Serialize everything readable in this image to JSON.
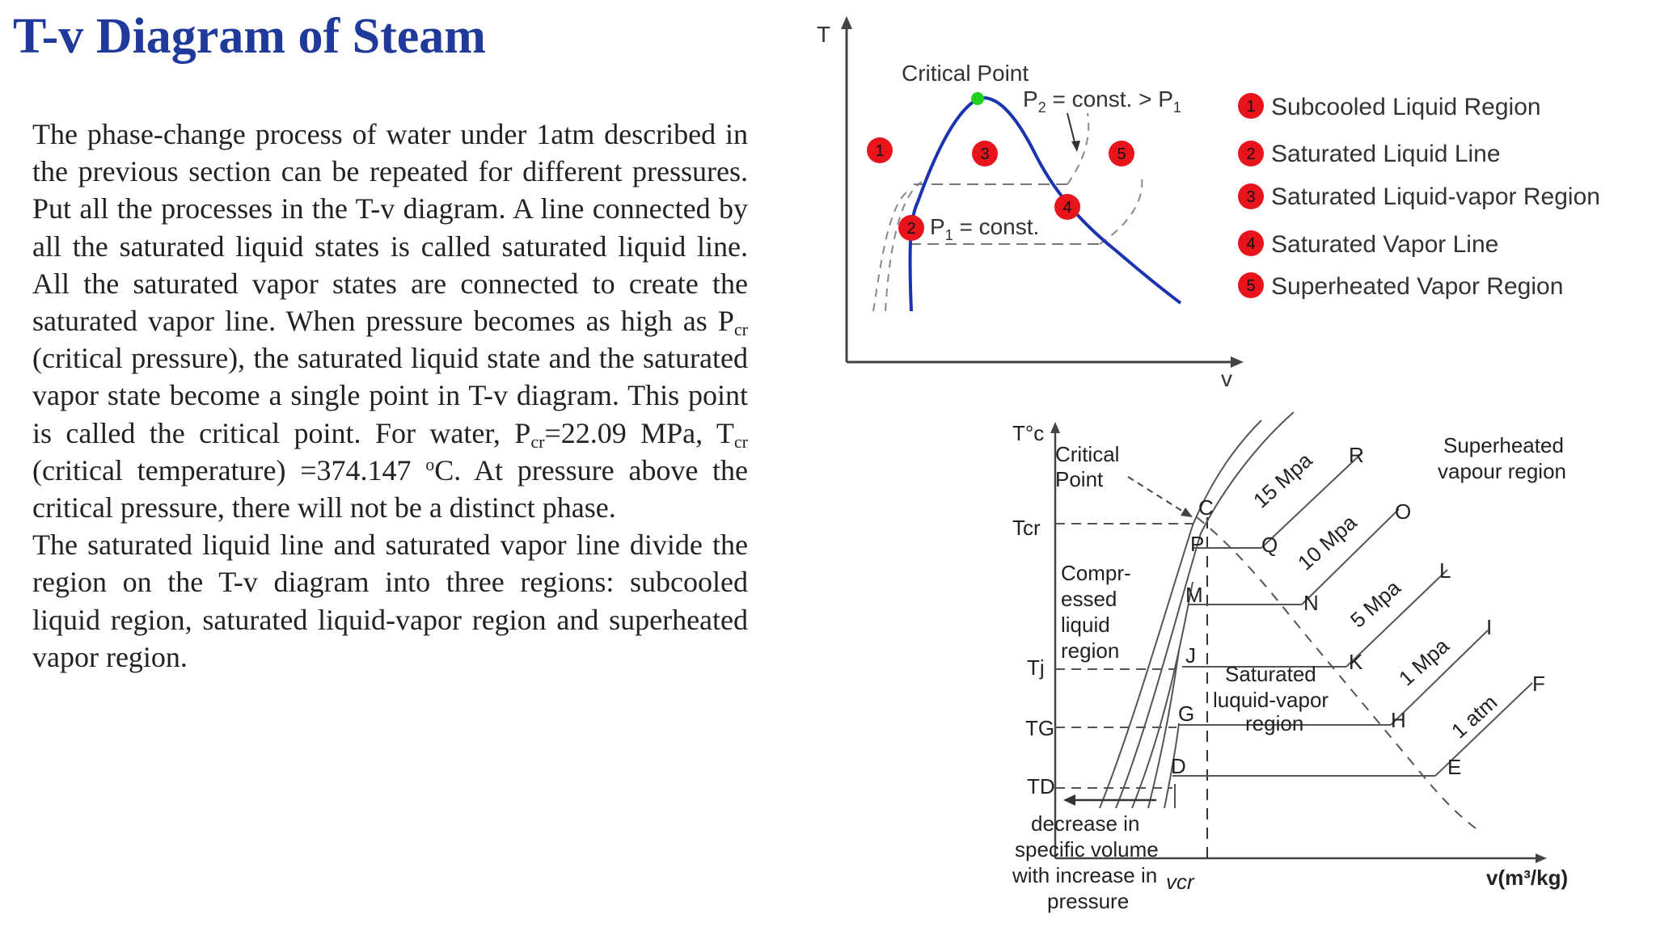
{
  "title": "T-v Diagram of Steam",
  "body": {
    "p1_a": "The phase-change process of water under 1atm described in the previous section can be repeated for different pressures. Put all the processes in the T-v diagram. A line connected by all the saturated liquid states is called saturated liquid line. All the saturated vapor states are connected to create the saturated vapor line. When pressure becomes as high as P",
    "p1_sub1": "cr",
    "p1_b": " (critical pressure), the saturated liquid state and the saturated vapor state become a single point in T-v diagram. This point is called the critical point. For water, P",
    "p1_sub2": "cr",
    "p1_c": "=22.09 MPa, T",
    "p1_sub3": "cr",
    "p1_d": " (critical temperature) =374.147 ",
    "p1_sup": "o",
    "p1_e": "C. At pressure above the critical pressure, there will not be a distinct phase.",
    "p2": "The saturated liquid line and saturated vapor line divide the region on the T-v diagram into three regions: subcooled liquid region, saturated liquid-vapor region and superheated vapor region."
  },
  "top_diagram": {
    "axis_t": "T",
    "axis_v": "v",
    "critical_point": "Critical Point",
    "p2_label": "P",
    "p2_sub": "2",
    "p2_rest": " = const. > P",
    "p2_sub2": "1",
    "p1_label": "P",
    "p1_sub": "1",
    "p1_rest": " = const.",
    "markers": [
      "1",
      "2",
      "3",
      "4",
      "5"
    ],
    "legend": [
      {
        "num": "1",
        "label": "Subcooled Liquid Region"
      },
      {
        "num": "2",
        "label": "Saturated Liquid Line"
      },
      {
        "num": "3",
        "label": "Saturated Liquid-vapor Region"
      },
      {
        "num": "4",
        "label": "Saturated Vapor Line"
      },
      {
        "num": "5",
        "label": "Superheated Vapor Region"
      }
    ],
    "colors": {
      "marker": "#e8141c",
      "curve": "#1a33b0",
      "critical": "#20d020"
    }
  },
  "bottom_diagram": {
    "y_axis": "T°c",
    "x_axis": "v(m³/kg)",
    "vcr": "vcr",
    "critical_point_1": "Critical",
    "critical_point_2": "Point",
    "superheated_1": "Superheated",
    "superheated_2": "vapour region",
    "compressed": [
      "Compr-",
      "essed",
      "liquid",
      "region"
    ],
    "saturated": [
      "Saturated",
      "luquid-vapor",
      "region"
    ],
    "decrease": [
      "decrease in",
      "specific volume",
      "with increase in",
      "pressure"
    ],
    "t_labels": [
      "Tcr",
      "Tj",
      "TG",
      "TD"
    ],
    "pressures": [
      "15 Mpa",
      "10 Mpa",
      "5 Mpa",
      "1 Mpa",
      "1 atm"
    ],
    "points": [
      "C",
      "P",
      "Q",
      "R",
      "M",
      "N",
      "O",
      "J",
      "K",
      "L",
      "G",
      "H",
      "I",
      "D",
      "E",
      "F"
    ]
  }
}
